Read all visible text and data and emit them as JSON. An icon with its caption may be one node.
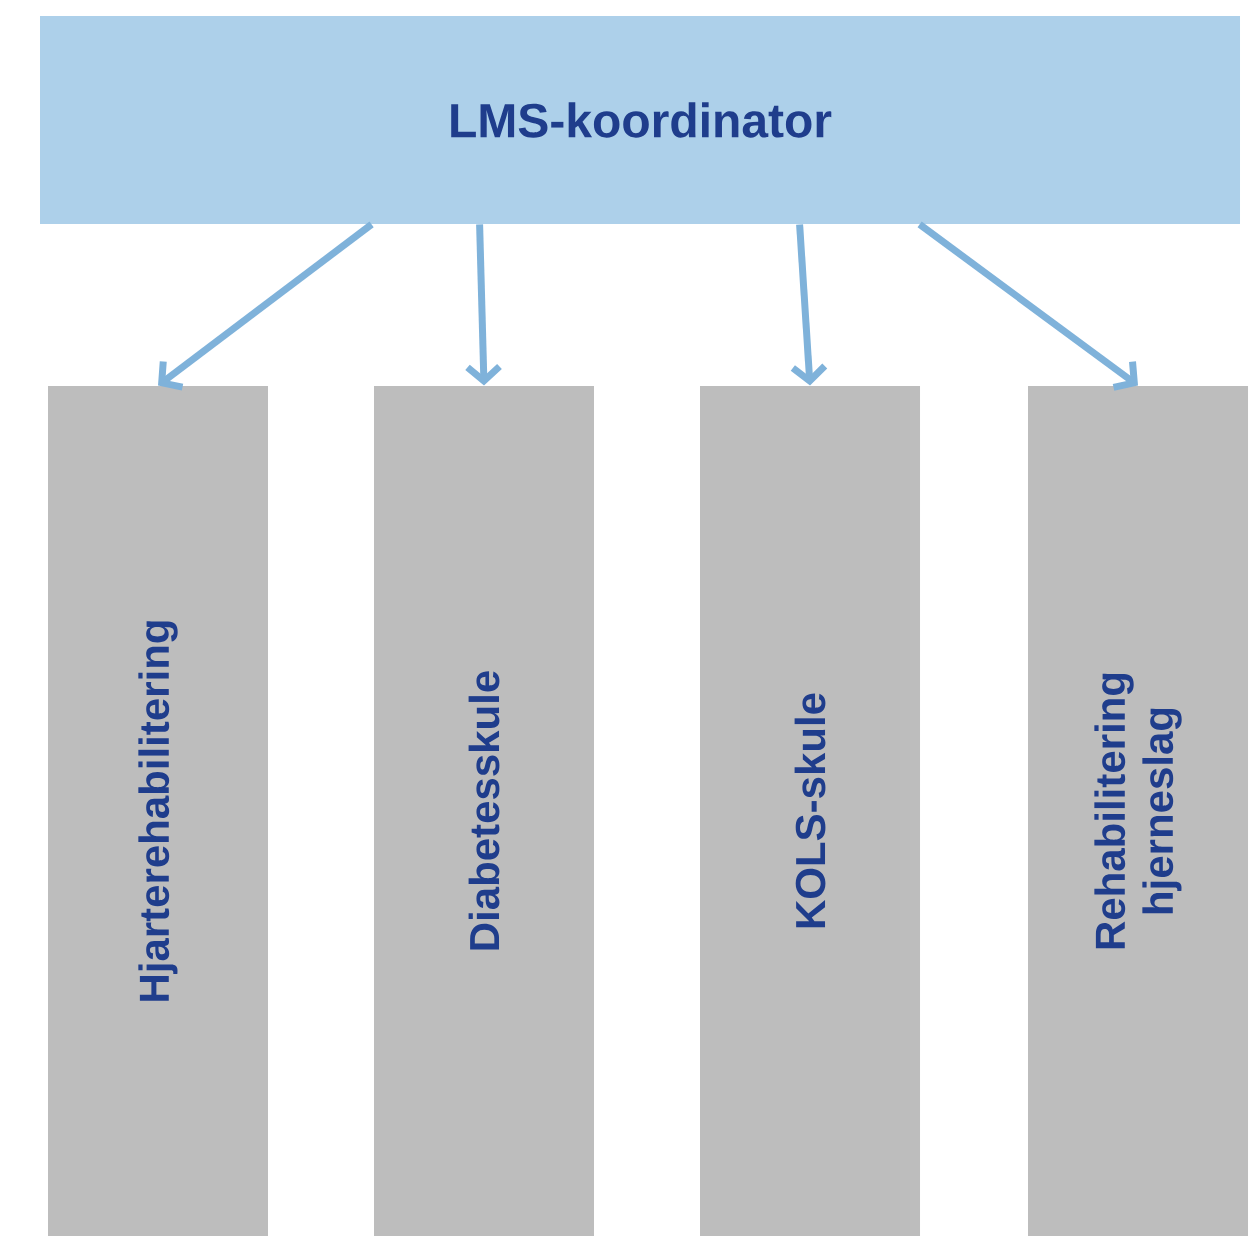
{
  "diagram": {
    "nodes": [
      {
        "text": [
          "LMS-koordinator"
        ]
      },
      {
        "text": [
          "Hjarterehabilitering"
        ]
      },
      {
        "text": [
          "Diabetesskule"
        ]
      },
      {
        "text": [
          "KOLS-skule"
        ]
      },
      {
        "text": [
          "Rehabilitering hjerneslag"
        ]
      }
    ],
    "edges": [
      {
        "from": 0,
        "to": 1,
        "arrow": "to"
      },
      {
        "from": 0,
        "to": 2,
        "arrow": "to"
      },
      {
        "from": 0,
        "to": 3,
        "arrow": "to"
      },
      {
        "from": 0,
        "to": 4,
        "arrow": "to"
      }
    ]
  }
}
